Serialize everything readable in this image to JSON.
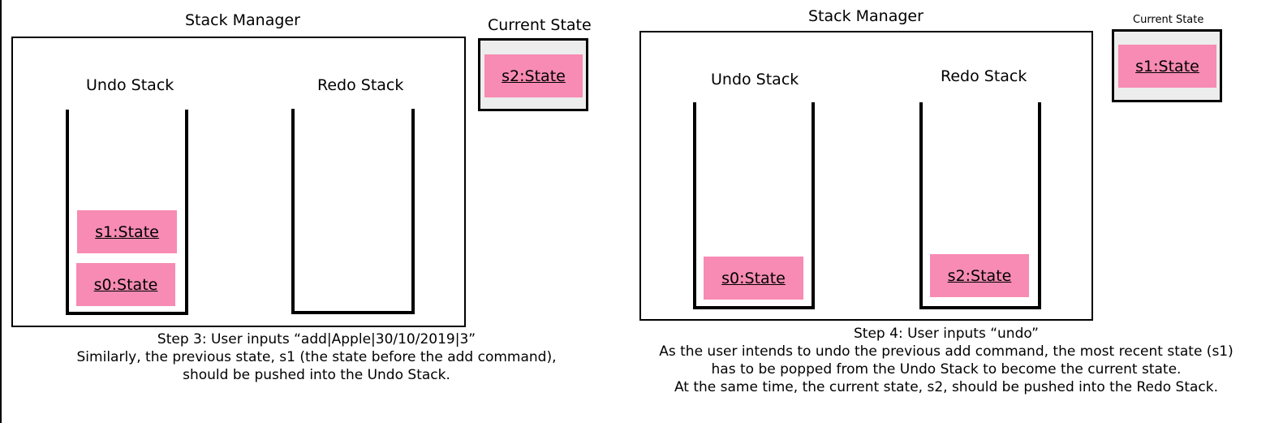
{
  "panels": [
    {
      "stack_manager_title": "Stack Manager",
      "current_state_title": "Current State",
      "undo_stack_title": "Undo Stack",
      "redo_stack_title": "Redo Stack",
      "current_state": "s2:State",
      "undo_items": [
        "s1:State",
        "s0:State"
      ],
      "redo_items": [],
      "caption": [
        "Step 3: User inputs “add|Apple|30/10/2019|3”",
        "Similarly, the previous state, s1 (the state before the add command),",
        "should be pushed into the Undo Stack."
      ]
    },
    {
      "stack_manager_title": "Stack Manager",
      "current_state_title": "Current State",
      "undo_stack_title": "Undo Stack",
      "redo_stack_title": "Redo Stack",
      "current_state": "s1:State",
      "undo_items": [
        "s0:State"
      ],
      "redo_items": [
        "s2:State"
      ],
      "caption": [
        "Step 4: User inputs “undo”",
        "As the user intends to undo the previous add command, the most recent state (s1)",
        "has to be popped from the Undo Stack to become the current state.",
        "At the same time, the current state, s2, should be pushed into the Redo Stack."
      ]
    }
  ],
  "colors": {
    "state_fill": "#f78bb3",
    "current_box_fill": "#ededed"
  }
}
